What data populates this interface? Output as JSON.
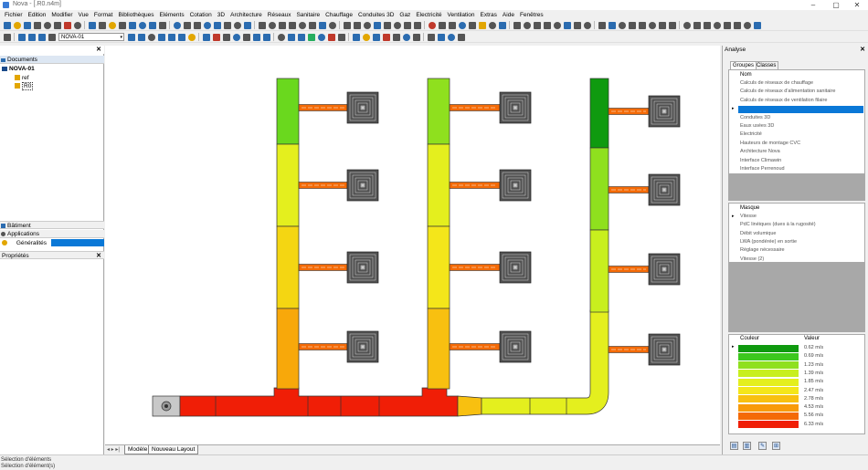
{
  "window": {
    "title": "Nova - [.R0.n4m]",
    "min": "–",
    "max": "▢",
    "close": "✕"
  },
  "menu": [
    "Fichier",
    "Edition",
    "Modifier",
    "Vue",
    "Format",
    "Bibliothèques",
    "Eléments",
    "Cotation",
    "3D",
    "Architecture",
    "Réseaux",
    "Sanitaire",
    "Chauffage",
    "Conduites 3D",
    "Gaz",
    "Electricité",
    "Ventilation",
    "Extras",
    "Aide",
    "Fenêtres"
  ],
  "toolbar": {
    "row1_colors": [
      "#2b6cb0",
      "#e2a600",
      "#2b6cb0",
      "#555",
      "#555",
      "#555",
      "#c0392b",
      "#555",
      "#2b6cb0",
      "#555",
      "#e2a600",
      "#555",
      "#2b6cb0",
      "#2b6cb0",
      "#2b6cb0",
      "#555",
      "#2b6cb0",
      "#555",
      "#555",
      "#2b6cb0",
      "#2b6cb0",
      "#555",
      "#555",
      "#2b6cb0",
      "#555",
      "#555",
      "#555",
      "#555",
      "#555",
      "#555",
      "#2b6cb0",
      "#555",
      "#555",
      "#555",
      "#555",
      "#2b6cb0",
      "#555",
      "#555",
      "#555",
      "#555",
      "#c0392b",
      "#555",
      "#555",
      "#2b6cb0",
      "#555",
      "#e2a600",
      "#555",
      "#2b6cb0",
      "#555",
      "#555",
      "#555",
      "#555",
      "#555",
      "#2b6cb0",
      "#555",
      "#555",
      "#555",
      "#2b6cb0",
      "#555",
      "#555",
      "#555",
      "#555",
      "#555",
      "#555",
      "#555",
      "#555",
      "#555",
      "#555",
      "#555",
      "#555",
      "#555",
      "#2b6cb0"
    ],
    "row2_colors": [
      "#2b6cb0",
      "#2b6cb0",
      "#555",
      "#2b6cb0",
      "#2b6cb0",
      "#2b6cb0",
      "#e2a600",
      "#2b6cb0",
      "#c0392b",
      "#555",
      "#2b6cb0",
      "#555",
      "#2b6cb0",
      "#2b6cb0",
      "#555",
      "#2b6cb0",
      "#2b6cb0",
      "#27ae60",
      "#2b6cb0",
      "#c0392b",
      "#555",
      "#2b6cb0",
      "#e2a600",
      "#2b6cb0",
      "#c0392b",
      "#555",
      "#2b6cb0",
      "#555",
      "#555",
      "#2b6cb0",
      "#2b6cb0",
      "#555"
    ],
    "level_value": "NOVA-01",
    "level_arrow": "▾"
  },
  "left_panel": {
    "documents_title": "Documents",
    "project": "NOVA-01",
    "children": [
      "ref",
      "R0"
    ],
    "batiment": "Bâtiment",
    "applications": "Applications",
    "generalites": "Généralités",
    "proprietes": "Propriétés",
    "close": "✕"
  },
  "right_panel": {
    "title": "Analyse",
    "tabs": [
      "Groupes",
      "Classes"
    ],
    "groups_header": "Nom",
    "groups": [
      "Calculs de réseaux de chauffage",
      "Calculs de réseaux d'alimentation sanitaire",
      "Calculs de réseaux de ventilation filaire",
      "",
      "Conduites 3D",
      "Eaux usées 3D",
      "Electricité",
      "Hauteurs de montage CVC",
      "Architecture Nova",
      "Interface Climawin",
      "Interface Perrenoud"
    ],
    "selected_group_index": 3,
    "mask_header": "Masque",
    "masks": [
      "Vitesse",
      "PdC linéiques (dues à la rugosité)",
      "Débit volumique",
      "LWA (pondérée) en sortie",
      "Réglage nécessaire",
      "Vitesse (2)"
    ],
    "legend_header": [
      "Couleur",
      "Valeur"
    ],
    "legend": [
      {
        "color": "#0f9a0f",
        "value": "0.62 m/s"
      },
      {
        "color": "#3cc81e",
        "value": "0.69 m/s"
      },
      {
        "color": "#8fe01e",
        "value": "1.23 m/s"
      },
      {
        "color": "#c8ef1e",
        "value": "1.39 m/s"
      },
      {
        "color": "#e4ef1e",
        "value": "1.85 m/s"
      },
      {
        "color": "#f4e61a",
        "value": "2.47 m/s"
      },
      {
        "color": "#f8c010",
        "value": "2.78 m/s"
      },
      {
        "color": "#f89a0a",
        "value": "4.53 m/s"
      },
      {
        "color": "#f46a06",
        "value": "5.56 m/s"
      },
      {
        "color": "#f01e06",
        "value": "6.33 m/s"
      }
    ],
    "pointer": "▸",
    "buttons": [
      "▤",
      "▥",
      "✎",
      "⊞"
    ]
  },
  "canvas_colors": {
    "duct_red": "#f01e06",
    "duct_orange": "#f89a0a",
    "duct_yellow": "#e4ef1e",
    "duct_lime": "#8fe01e",
    "duct_green": "#3cc81e",
    "duct_darkgreen": "#0f9a0f",
    "branch": "#f46a06",
    "diffuser": "#505050"
  },
  "tabs": {
    "scroll": "◂ ▸ ▸|",
    "model": "Modèle",
    "layout": "Nouveau Layout"
  },
  "status": [
    "Sélection d'éléments",
    "Sélection d'élément(s)"
  ]
}
